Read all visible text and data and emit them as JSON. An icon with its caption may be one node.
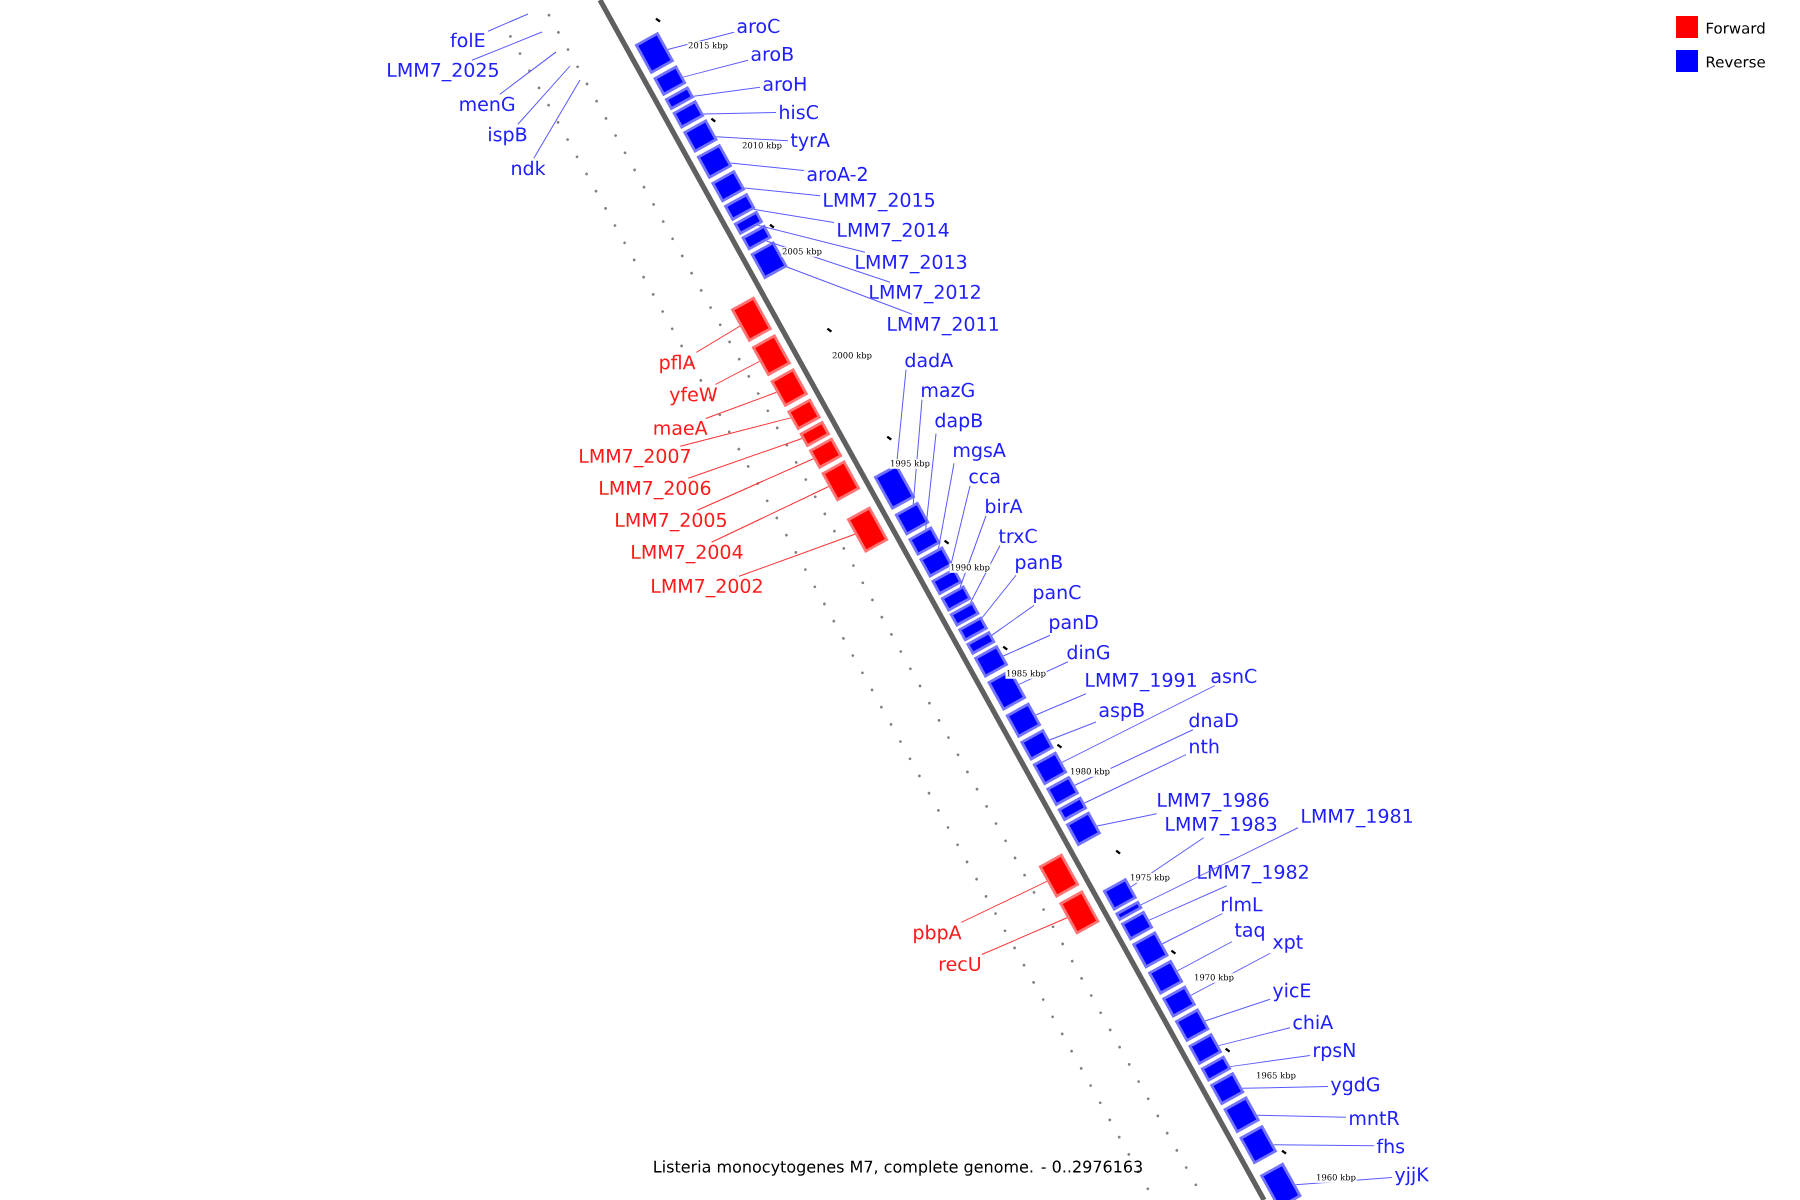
{
  "diagram": {
    "caption": "Listeria monocytogenes M7, complete genome. - 0..2976163",
    "nodes": [
      {
        "text": [
          "folE"
        ]
      },
      {
        "text": [
          "LMM7_2025"
        ]
      },
      {
        "text": [
          "menG"
        ]
      },
      {
        "text": [
          "ispB"
        ]
      },
      {
        "text": [
          "ndk"
        ]
      },
      {
        "text": [
          "aroC"
        ]
      },
      {
        "text": [
          "aroB"
        ]
      },
      {
        "text": [
          "aroH"
        ]
      },
      {
        "text": [
          "hisC"
        ]
      },
      {
        "text": [
          "tyrA"
        ]
      },
      {
        "text": [
          "aroA-2"
        ]
      },
      {
        "text": [
          "LMM7_2015"
        ]
      },
      {
        "text": [
          "LMM7_2014"
        ]
      },
      {
        "text": [
          "LMM7_2013"
        ]
      },
      {
        "text": [
          "LMM7_2012"
        ]
      },
      {
        "text": [
          "LMM7_2011"
        ]
      },
      {
        "text": [
          "dadA"
        ]
      },
      {
        "text": [
          "mazG"
        ]
      },
      {
        "text": [
          "dapB"
        ]
      },
      {
        "text": [
          "mgsA"
        ]
      },
      {
        "text": [
          "cca"
        ]
      },
      {
        "text": [
          "birA"
        ]
      },
      {
        "text": [
          "trxC"
        ]
      },
      {
        "text": [
          "panB"
        ]
      },
      {
        "text": [
          "panC"
        ]
      },
      {
        "text": [
          "panD"
        ]
      },
      {
        "text": [
          "dinG"
        ]
      },
      {
        "text": [
          "LMM7_1991"
        ]
      },
      {
        "text": [
          "asnC"
        ]
      },
      {
        "text": [
          "aspB"
        ]
      },
      {
        "text": [
          "dnaD"
        ]
      },
      {
        "text": [
          "nth"
        ]
      },
      {
        "text": [
          "LMM7_1986"
        ]
      },
      {
        "text": [
          "LMM7_1981"
        ]
      },
      {
        "text": [
          "LMM7_1983"
        ]
      },
      {
        "text": [
          "LMM7_1982"
        ]
      },
      {
        "text": [
          "rlmL"
        ]
      },
      {
        "text": [
          "taq"
        ]
      },
      {
        "text": [
          "xpt"
        ]
      },
      {
        "text": [
          "yicE"
        ]
      },
      {
        "text": [
          "chiA"
        ]
      },
      {
        "text": [
          "rpsN"
        ]
      },
      {
        "text": [
          "ygdG"
        ]
      },
      {
        "text": [
          "mntR"
        ]
      },
      {
        "text": [
          "fhs"
        ]
      },
      {
        "text": [
          "yjjK"
        ]
      },
      {
        "text": [
          "pflA"
        ]
      },
      {
        "text": [
          "yfeW"
        ]
      },
      {
        "text": [
          "maeA"
        ]
      },
      {
        "text": [
          "LMM7_2007"
        ]
      },
      {
        "text": [
          "LMM7_2006"
        ]
      },
      {
        "text": [
          "LMM7_2005"
        ]
      },
      {
        "text": [
          "LMM7_2004"
        ]
      },
      {
        "text": [
          "LMM7_2002"
        ]
      },
      {
        "text": [
          "pbpA"
        ]
      },
      {
        "text": [
          "recU"
        ]
      },
      {
        "text": [],
        "shape": "bar"
      },
      {
        "text": [],
        "shape": "bar"
      },
      {
        "text": [],
        "shape": "bar"
      },
      {
        "text": [],
        "shape": "bar"
      },
      {
        "text": [],
        "shape": "bar"
      },
      {
        "text": [],
        "shape": "bar"
      },
      {
        "text": [],
        "shape": "bar"
      },
      {
        "text": [],
        "shape": "bar"
      },
      {
        "text": [],
        "shape": "bar"
      },
      {
        "text": [],
        "shape": "bar"
      },
      {
        "text": [],
        "shape": "bar"
      },
      {
        "text": [],
        "shape": "bar"
      },
      {
        "text": [],
        "shape": "bar"
      },
      {
        "text": [],
        "shape": "bar"
      },
      {
        "text": [],
        "shape": "bar"
      },
      {
        "text": [],
        "shape": "bar"
      },
      {
        "text": [],
        "shape": "bar"
      },
      {
        "text": [],
        "shape": "bar"
      },
      {
        "text": [],
        "shape": "bar"
      },
      {
        "text": [],
        "shape": "bar"
      },
      {
        "text": [],
        "shape": "bar"
      },
      {
        "text": [],
        "shape": "bar"
      },
      {
        "text": [],
        "shape": "bar"
      },
      {
        "text": [],
        "shape": "bar"
      },
      {
        "text": [],
        "shape": "bar"
      },
      {
        "text": [],
        "shape": "bar"
      },
      {
        "text": [],
        "shape": "bar"
      },
      {
        "text": [],
        "shape": "bar"
      },
      {
        "text": [],
        "shape": "bar"
      },
      {
        "text": [],
        "shape": "bar"
      },
      {
        "text": [],
        "shape": "bar"
      },
      {
        "text": [],
        "shape": "bar"
      },
      {
        "text": [],
        "shape": "bar"
      },
      {
        "text": [],
        "shape": "bar"
      },
      {
        "text": [],
        "shape": "bar"
      },
      {
        "text": [],
        "shape": "bar"
      },
      {
        "text": [],
        "shape": "bar"
      },
      {
        "text": [],
        "shape": "bar"
      },
      {
        "text": [],
        "shape": "bar"
      },
      {
        "text": [],
        "shape": "bar"
      },
      {
        "text": [],
        "shape": "bar"
      },
      {
        "text": [],
        "shape": "bar"
      },
      {
        "text": [],
        "shape": "bar"
      },
      {
        "text": [],
        "shape": "bar"
      },
      {
        "text": [],
        "shape": "bar"
      },
      {
        "text": [],
        "shape": "bar"
      },
      {
        "text": [],
        "shape": "bar"
      },
      {
        "text": [],
        "shape": "bar"
      },
      {
        "text": [],
        "shape": "bar"
      },
      {
        "text": [],
        "shape": "bar"
      },
      {
        "text": [],
        "shape": "bar"
      }
    ],
    "edges": [
      {
        "from": 0,
        "to": null,
        "arrow": "none"
      },
      {
        "from": 1,
        "to": null,
        "arrow": "none"
      },
      {
        "from": 2,
        "to": null,
        "arrow": "none"
      },
      {
        "from": 3,
        "to": null,
        "arrow": "none"
      },
      {
        "from": 4,
        "to": null,
        "arrow": "none"
      },
      {
        "from": 5,
        "to": 56,
        "arrow": "none"
      },
      {
        "from": 6,
        "to": 57,
        "arrow": "none"
      },
      {
        "from": 7,
        "to": 58,
        "arrow": "none"
      },
      {
        "from": 8,
        "to": 59,
        "arrow": "none"
      },
      {
        "from": 9,
        "to": 60,
        "arrow": "none"
      },
      {
        "from": 10,
        "to": 61,
        "arrow": "none"
      },
      {
        "from": 11,
        "to": 62,
        "arrow": "none"
      },
      {
        "from": 12,
        "to": 63,
        "arrow": "none"
      },
      {
        "from": 13,
        "to": 64,
        "arrow": "none"
      },
      {
        "from": 14,
        "to": 65,
        "arrow": "none"
      },
      {
        "from": 15,
        "to": 66,
        "arrow": "none"
      },
      {
        "from": 16,
        "to": 67,
        "arrow": "none"
      },
      {
        "from": 17,
        "to": 68,
        "arrow": "none"
      },
      {
        "from": 18,
        "to": 69,
        "arrow": "none"
      },
      {
        "from": 19,
        "to": 70,
        "arrow": "none"
      },
      {
        "from": 20,
        "to": 71,
        "arrow": "none"
      },
      {
        "from": 21,
        "to": 72,
        "arrow": "none"
      },
      {
        "from": 22,
        "to": 73,
        "arrow": "none"
      },
      {
        "from": 23,
        "to": 74,
        "arrow": "none"
      },
      {
        "from": 24,
        "to": 75,
        "arrow": "none"
      },
      {
        "from": 25,
        "to": 76,
        "arrow": "none"
      },
      {
        "from": 26,
        "to": 77,
        "arrow": "none"
      },
      {
        "from": 27,
        "to": 78,
        "arrow": "none"
      },
      {
        "from": 28,
        "to": 79,
        "arrow": "none"
      },
      {
        "from": 29,
        "to": 80,
        "arrow": "none"
      },
      {
        "from": 30,
        "to": 81,
        "arrow": "none"
      },
      {
        "from": 31,
        "to": 82,
        "arrow": "none"
      },
      {
        "from": 32,
        "to": 83,
        "arrow": "none"
      },
      {
        "from": 33,
        "to": 84,
        "arrow": "none"
      },
      {
        "from": 34,
        "to": 85,
        "arrow": "none"
      },
      {
        "from": 35,
        "to": 86,
        "arrow": "none"
      },
      {
        "from": 36,
        "to": 87,
        "arrow": "none"
      },
      {
        "from": 37,
        "to": 88,
        "arrow": "none"
      },
      {
        "from": 38,
        "to": 89,
        "arrow": "none"
      },
      {
        "from": 39,
        "to": 90,
        "arrow": "none"
      },
      {
        "from": 40,
        "to": 91,
        "arrow": "none"
      },
      {
        "from": 41,
        "to": 92,
        "arrow": "none"
      },
      {
        "from": 42,
        "to": 93,
        "arrow": "none"
      },
      {
        "from": 43,
        "to": 94,
        "arrow": "none"
      },
      {
        "from": 44,
        "to": 95,
        "arrow": "none"
      },
      {
        "from": 45,
        "to": 96,
        "arrow": "none"
      },
      {
        "from": 46,
        "to": 97,
        "arrow": "none",
        "color": "#ff3030"
      },
      {
        "from": 47,
        "to": 98,
        "arrow": "none",
        "color": "#ff3030"
      },
      {
        "from": 48,
        "to": 99,
        "arrow": "none",
        "color": "#ff3030"
      },
      {
        "from": 49,
        "to": 100,
        "arrow": "none",
        "color": "#ff3030"
      },
      {
        "from": 50,
        "to": 101,
        "arrow": "none",
        "color": "#ff3030"
      },
      {
        "from": 51,
        "to": 102,
        "arrow": "none",
        "color": "#ff3030"
      },
      {
        "from": 52,
        "to": 103,
        "arrow": "none",
        "color": "#ff3030"
      },
      {
        "from": 53,
        "to": 104,
        "arrow": "none",
        "color": "#ff3030"
      },
      {
        "from": 54,
        "to": 105,
        "arrow": "none",
        "color": "#ff3030"
      },
      {
        "from": 55,
        "to": 106,
        "arrow": "none",
        "color": "#ff3030"
      }
    ],
    "labels": [
      "2015 kbp",
      "2010 kbp",
      "2005 kbp",
      "2000 kbp",
      "1995 kbp",
      "1990 kbp",
      "1985 kbp",
      "1980 kbp",
      "1975 kbp",
      "1970 kbp",
      "1965 kbp",
      "1960 kbp"
    ],
    "legend": [
      {
        "text": "Forward",
        "color": "#ff0000"
      },
      {
        "text": "Reverse",
        "color": "#0000ff"
      }
    ]
  }
}
